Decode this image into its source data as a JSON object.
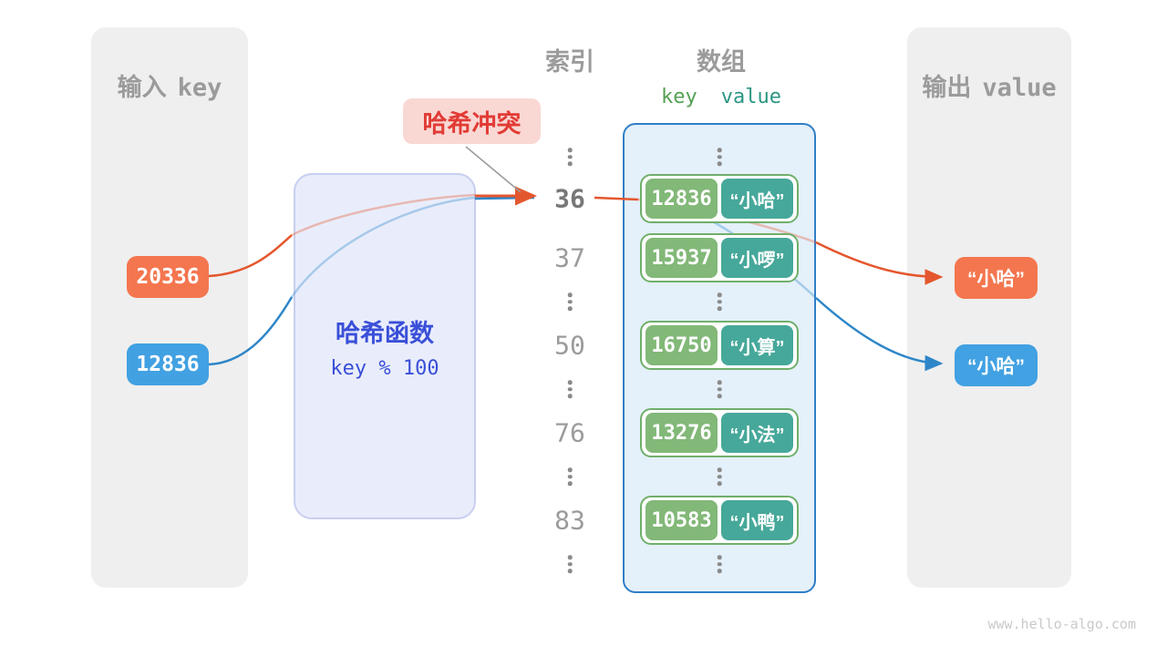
{
  "input_panel": {
    "title_cn": "输入",
    "title_latin": "key",
    "keys": [
      {
        "value": "20336",
        "color": "#F4764F"
      },
      {
        "value": "12836",
        "color": "#42A1E2"
      }
    ]
  },
  "hash_function": {
    "label": "哈希函数",
    "formula": "key % 100"
  },
  "collision_badge": {
    "label": "哈希冲突"
  },
  "index_column": {
    "title": "索引",
    "values": [
      "36",
      "37",
      "50",
      "76",
      "83"
    ],
    "highlighted": "36"
  },
  "array_column": {
    "title": "数组",
    "key_header": "key",
    "value_header": "value",
    "entries": [
      {
        "key": "12836",
        "value": "“小哈”"
      },
      {
        "key": "15937",
        "value": "“小啰”"
      },
      {
        "key": "16750",
        "value": "“小算”"
      },
      {
        "key": "13276",
        "value": "“小法”"
      },
      {
        "key": "10583",
        "value": "“小鸭”"
      }
    ]
  },
  "output_panel": {
    "title_cn": "输出",
    "title_latin": "value",
    "values": [
      {
        "value": "“小哈”",
        "color": "#F4764F"
      },
      {
        "value": "“小哈”",
        "color": "#42A1E2"
      }
    ]
  },
  "watermark": "www.hello-algo.com",
  "colors": {
    "panel_bg": "#EFEFEF",
    "gray_text": "#9B9B9B",
    "orange_box": "#F4764F",
    "blue_box": "#42A1E2",
    "arrow_orange": "#E4572E",
    "arrow_blue": "#2E86C8",
    "hash_box_bg": "#E9EDFB",
    "hash_box_border": "#C8CEF0",
    "hash_text": "#3A4FD8",
    "collision_bg": "#F9D8D4",
    "collision_text": "#E23B35",
    "array_bg": "#E4F0FA",
    "array_border": "#2F7EC6",
    "row_border_green": "#6FAF6A",
    "key_pill_green": "#82B878",
    "value_pill_teal": "#46A89A",
    "key_header_green": "#54A052",
    "value_header_teal": "#2B9683"
  }
}
